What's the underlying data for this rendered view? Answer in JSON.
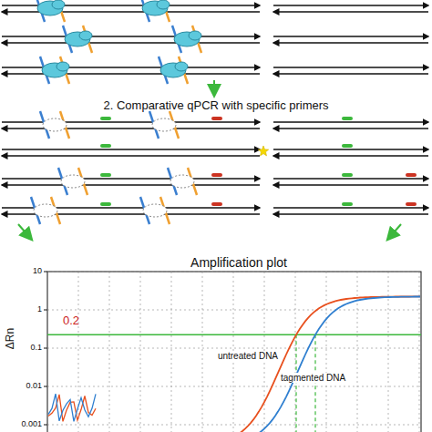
{
  "diagram": {
    "labels": [
      "2. Comparative qPCR with specific primers",
      "Amplification plot",
      "10",
      "1",
      "0.1",
      "0.01",
      "0.001",
      "ΔRn",
      "0.2",
      "untreated DNA",
      "tagmented DNA"
    ]
  }
}
